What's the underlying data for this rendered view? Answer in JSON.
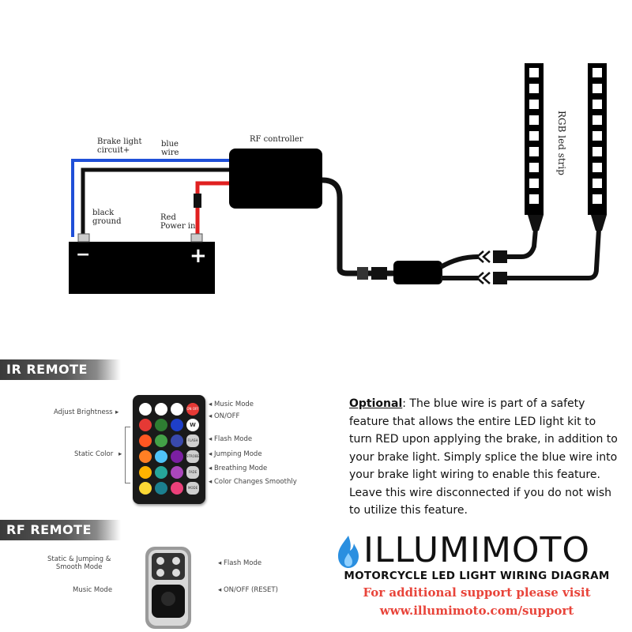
{
  "wiring": {
    "brake_light_label_line1": "Brake light",
    "brake_light_label_line2": "circuit+",
    "blue_wire_label_line1": "blue",
    "blue_wire_label_line2": "wire",
    "black_ground_label_line1": "black",
    "black_ground_label_line2": "ground",
    "red_power_label_line1": "Red",
    "red_power_label_line2": "Power in",
    "rf_controller_label": "RF controller",
    "rgb_strip_label": "RGB led strip",
    "battery_minus": "−",
    "battery_plus": "+"
  },
  "ir_remote": {
    "banner": "IR REMOTE",
    "labels": {
      "adjust_brightness": "Adjust Brightness",
      "static_color": "Static Color",
      "music_mode": "Music Mode",
      "on_off": "ON/OFF",
      "flash_mode": "Flash Mode",
      "jumping_mode": "Jumping Mode",
      "breathing_mode": "Breathing Mode",
      "color_changes_smoothly": "Color Changes Smoothly"
    },
    "buttons": {
      "on_off": "ON OFF",
      "w": "W",
      "flash": "FLASH",
      "strobe": "STROBE",
      "fade": "FADE",
      "mode": "MODE"
    }
  },
  "rf_remote": {
    "banner": "RF REMOTE",
    "labels": {
      "static_jumping_line1": "Static & Jumping &",
      "static_jumping_line2": "Smooth Mode",
      "music_mode": "Music Mode",
      "flash_mode": "Flash Mode",
      "on_off_reset": "ON/OFF (RESET)"
    }
  },
  "optional": {
    "keyword": "Optional",
    "text": ": The blue wire is part of a safety feature that allows the entire LED light kit to turn RED upon applying the brake, in addition to your brake light. Simply splice the blue wire into your brake light wiring to enable this feature. Leave this wire disconnected if you do not wish to utilize this feature."
  },
  "brand": {
    "name": "ILLUMIMOTO",
    "subtitle": "MOTORCYCLE LED LIGHT WIRING DIAGRAM",
    "support_line1": "For additional support please visit",
    "support_line2": "www.illumimoto.com/support"
  },
  "colors": {
    "blue_wire": "#1f4fd8",
    "red_wire": "#e02020",
    "black": "#111111",
    "support_red": "#e8443a",
    "flame_blue": "#2a8fe0"
  }
}
